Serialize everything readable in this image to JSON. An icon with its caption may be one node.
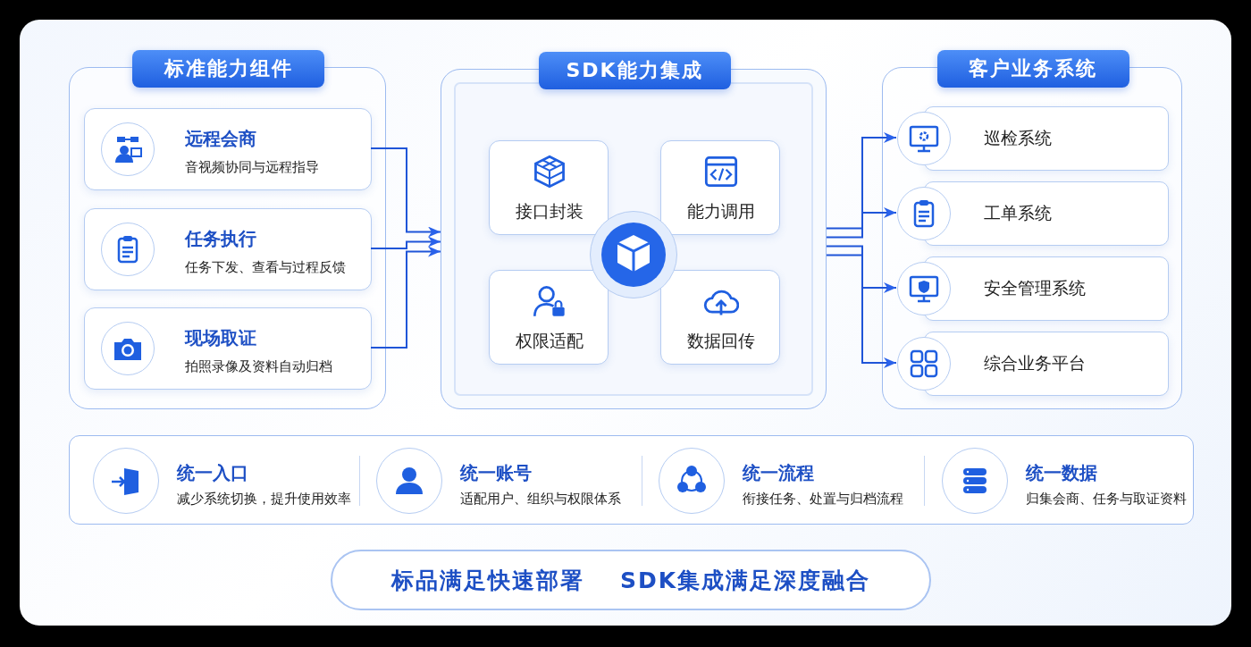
{
  "diagram": {
    "nodes": [
      {
        "text": [
          "标准能力组件"
        ]
      },
      {
        "text": [
          "远程会商",
          "音视频协同与远程指导"
        ],
        "in": 0
      },
      {
        "text": [
          "任务执行",
          "任务下发、查看与过程反馈"
        ],
        "in": 0
      },
      {
        "text": [
          "现场取证",
          "拍照录像及资料自动归档"
        ],
        "in": 0
      },
      {
        "text": [
          "SDK能力集成"
        ]
      },
      {
        "text": [
          "接口封装"
        ],
        "in": 4
      },
      {
        "text": [
          "能力调用"
        ],
        "in": 4
      },
      {
        "text": [
          "权限适配"
        ],
        "in": 4
      },
      {
        "text": [
          "数据回传"
        ],
        "in": 4
      },
      {
        "text": [
          "客户业务系统"
        ]
      },
      {
        "text": [
          "巡检系统"
        ],
        "in": 9
      },
      {
        "text": [
          "工单系统"
        ],
        "in": 9
      },
      {
        "text": [
          "安全管理系统"
        ],
        "in": 9
      },
      {
        "text": [
          "综合业务平台"
        ],
        "in": 9
      },
      {
        "text": [],
        "shape": "box"
      },
      {
        "text": [
          "统一入口",
          "减少系统切换，提升使用效率"
        ],
        "in": 14
      },
      {
        "text": [
          "统一账号",
          "适配用户、组织与权限体系"
        ],
        "in": 14
      },
      {
        "text": [
          "统一流程",
          "衔接任务、处置与归档流程"
        ],
        "in": 14
      },
      {
        "text": [
          "统一数据",
          "归集会商、任务与取证资料"
        ],
        "in": 14
      },
      {
        "text": [
          "标品满足快速部署",
          "SDK集成满足深度融合"
        ]
      }
    ],
    "edges": [
      {
        "from": 1,
        "to": 4,
        "arrow": "to"
      },
      {
        "from": 2,
        "to": 4,
        "arrow": "to"
      },
      {
        "from": 3,
        "to": 4,
        "arrow": "to"
      },
      {
        "from": 4,
        "to": 10,
        "arrow": "to"
      },
      {
        "from": 4,
        "to": 11,
        "arrow": "to"
      },
      {
        "from": 4,
        "to": 12,
        "arrow": "to"
      },
      {
        "from": 4,
        "to": 13,
        "arrow": "to"
      }
    ]
  }
}
